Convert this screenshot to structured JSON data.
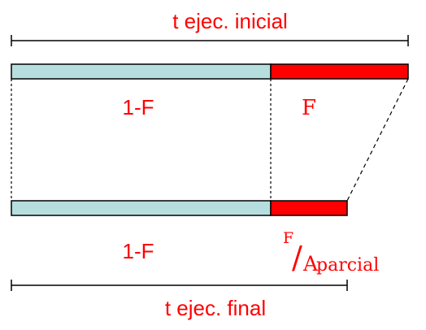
{
  "labels": {
    "initial_time": "t ejec. inicial",
    "final_time": "t ejec. final",
    "unimproved_fraction_top": "1-F",
    "improved_fraction_top": "F",
    "unimproved_fraction_bottom": "1-F",
    "ratio_numerator": "F",
    "ratio_slash": "/",
    "ratio_denominator_base": "A",
    "ratio_denominator_subscript": "parcial"
  },
  "colors": {
    "accent": "#ff0000",
    "unimproved_fill": "#b7dede",
    "improved_fill": "#ff0000",
    "line": "#000000"
  }
}
